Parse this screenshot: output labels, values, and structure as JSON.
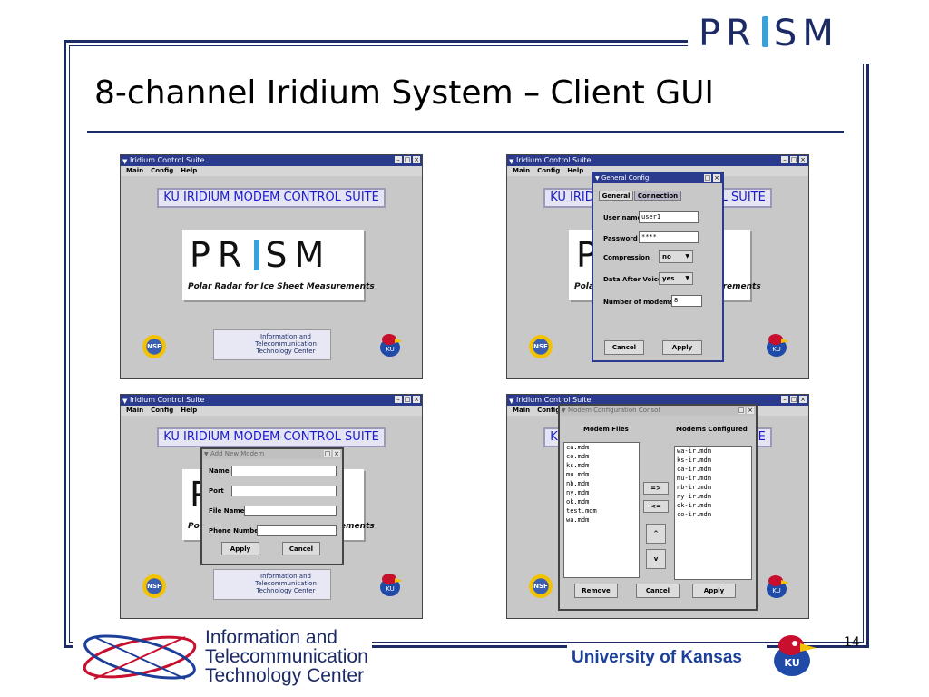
{
  "slide": {
    "title": "8-channel Iridium System – Client GUI",
    "page_number": "14",
    "top_logo": {
      "left": "PR",
      "right": "SM"
    },
    "footer": {
      "ittc_line1": "Information and",
      "ittc_line2": "Telecommunication",
      "ittc_line3": "Technology Center",
      "university": "University of Kansas"
    }
  },
  "app": {
    "window_title": "Iridium Control Suite",
    "menu": [
      "Main",
      "Config",
      "Help"
    ],
    "suite_title": "KU IRIDIUM MODEM CONTROL SUITE",
    "prism_left": "PR",
    "prism_right": "SM",
    "prism_subtitle": "Polar Radar for Ice Sheet Measurements",
    "ittc_card": [
      "Information and",
      "Telecommunication",
      "Technology Center"
    ],
    "nsf_label": "NSF",
    "ku_label": "KU"
  },
  "general_config": {
    "title": "General Config",
    "tabs": [
      "General",
      "Connection"
    ],
    "user_name_label": "User name",
    "user_name_value": "user1",
    "password_label": "Password",
    "password_value": "****",
    "compression_label": "Compression",
    "compression_value": "no",
    "data_after_voice_label": "Data After Voice",
    "data_after_voice_value": "yes",
    "num_modems_label": "Number of modems",
    "num_modems_value": "8",
    "cancel": "Cancel",
    "apply": "Apply"
  },
  "add_modem": {
    "title": "Add New Modem",
    "name_label": "Name",
    "port_label": "Port",
    "file_name_label": "File Name",
    "phone_label": "Phone Number",
    "apply": "Apply",
    "cancel": "Cancel"
  },
  "modem_config": {
    "title": "Modem Configuration Consol",
    "files_header": "Modem Files",
    "configured_header": "Modems Configured",
    "files": [
      "ca.mdm",
      "co.mdm",
      "ks.mdm",
      "mu.mdm",
      "nb.mdm",
      "ny.mdm",
      "ok.mdm",
      "test.mdm",
      "wa.mdm"
    ],
    "configured": [
      "wa-ir.mdm",
      "ks-ir.mdm",
      "ca-ir.mdm",
      "mu-ir.mdm",
      "nb-ir.mdm",
      "ny-ir.mdm",
      "ok-ir.mdm",
      "co-ir.mdm"
    ],
    "move_right": "=>",
    "move_left": "<=",
    "up": "^",
    "down": "v",
    "remove": "Remove",
    "cancel": "Cancel",
    "apply": "Apply"
  }
}
